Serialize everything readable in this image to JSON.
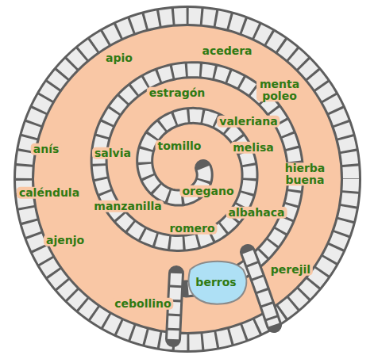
{
  "diagram": {
    "nodes": [
      {
        "text": [
          "berros"
        ]
      }
    ],
    "labels": [
      "apio",
      "acedera",
      "menta poleo",
      "estragón",
      "valeriana",
      "anís",
      "salvia",
      "tomillo",
      "melisa",
      "hierba buena",
      "caléndula",
      "manzanilla",
      "oregano",
      "albahaca",
      "romero",
      "ajenjo",
      "perejil",
      "cebollino"
    ]
  }
}
